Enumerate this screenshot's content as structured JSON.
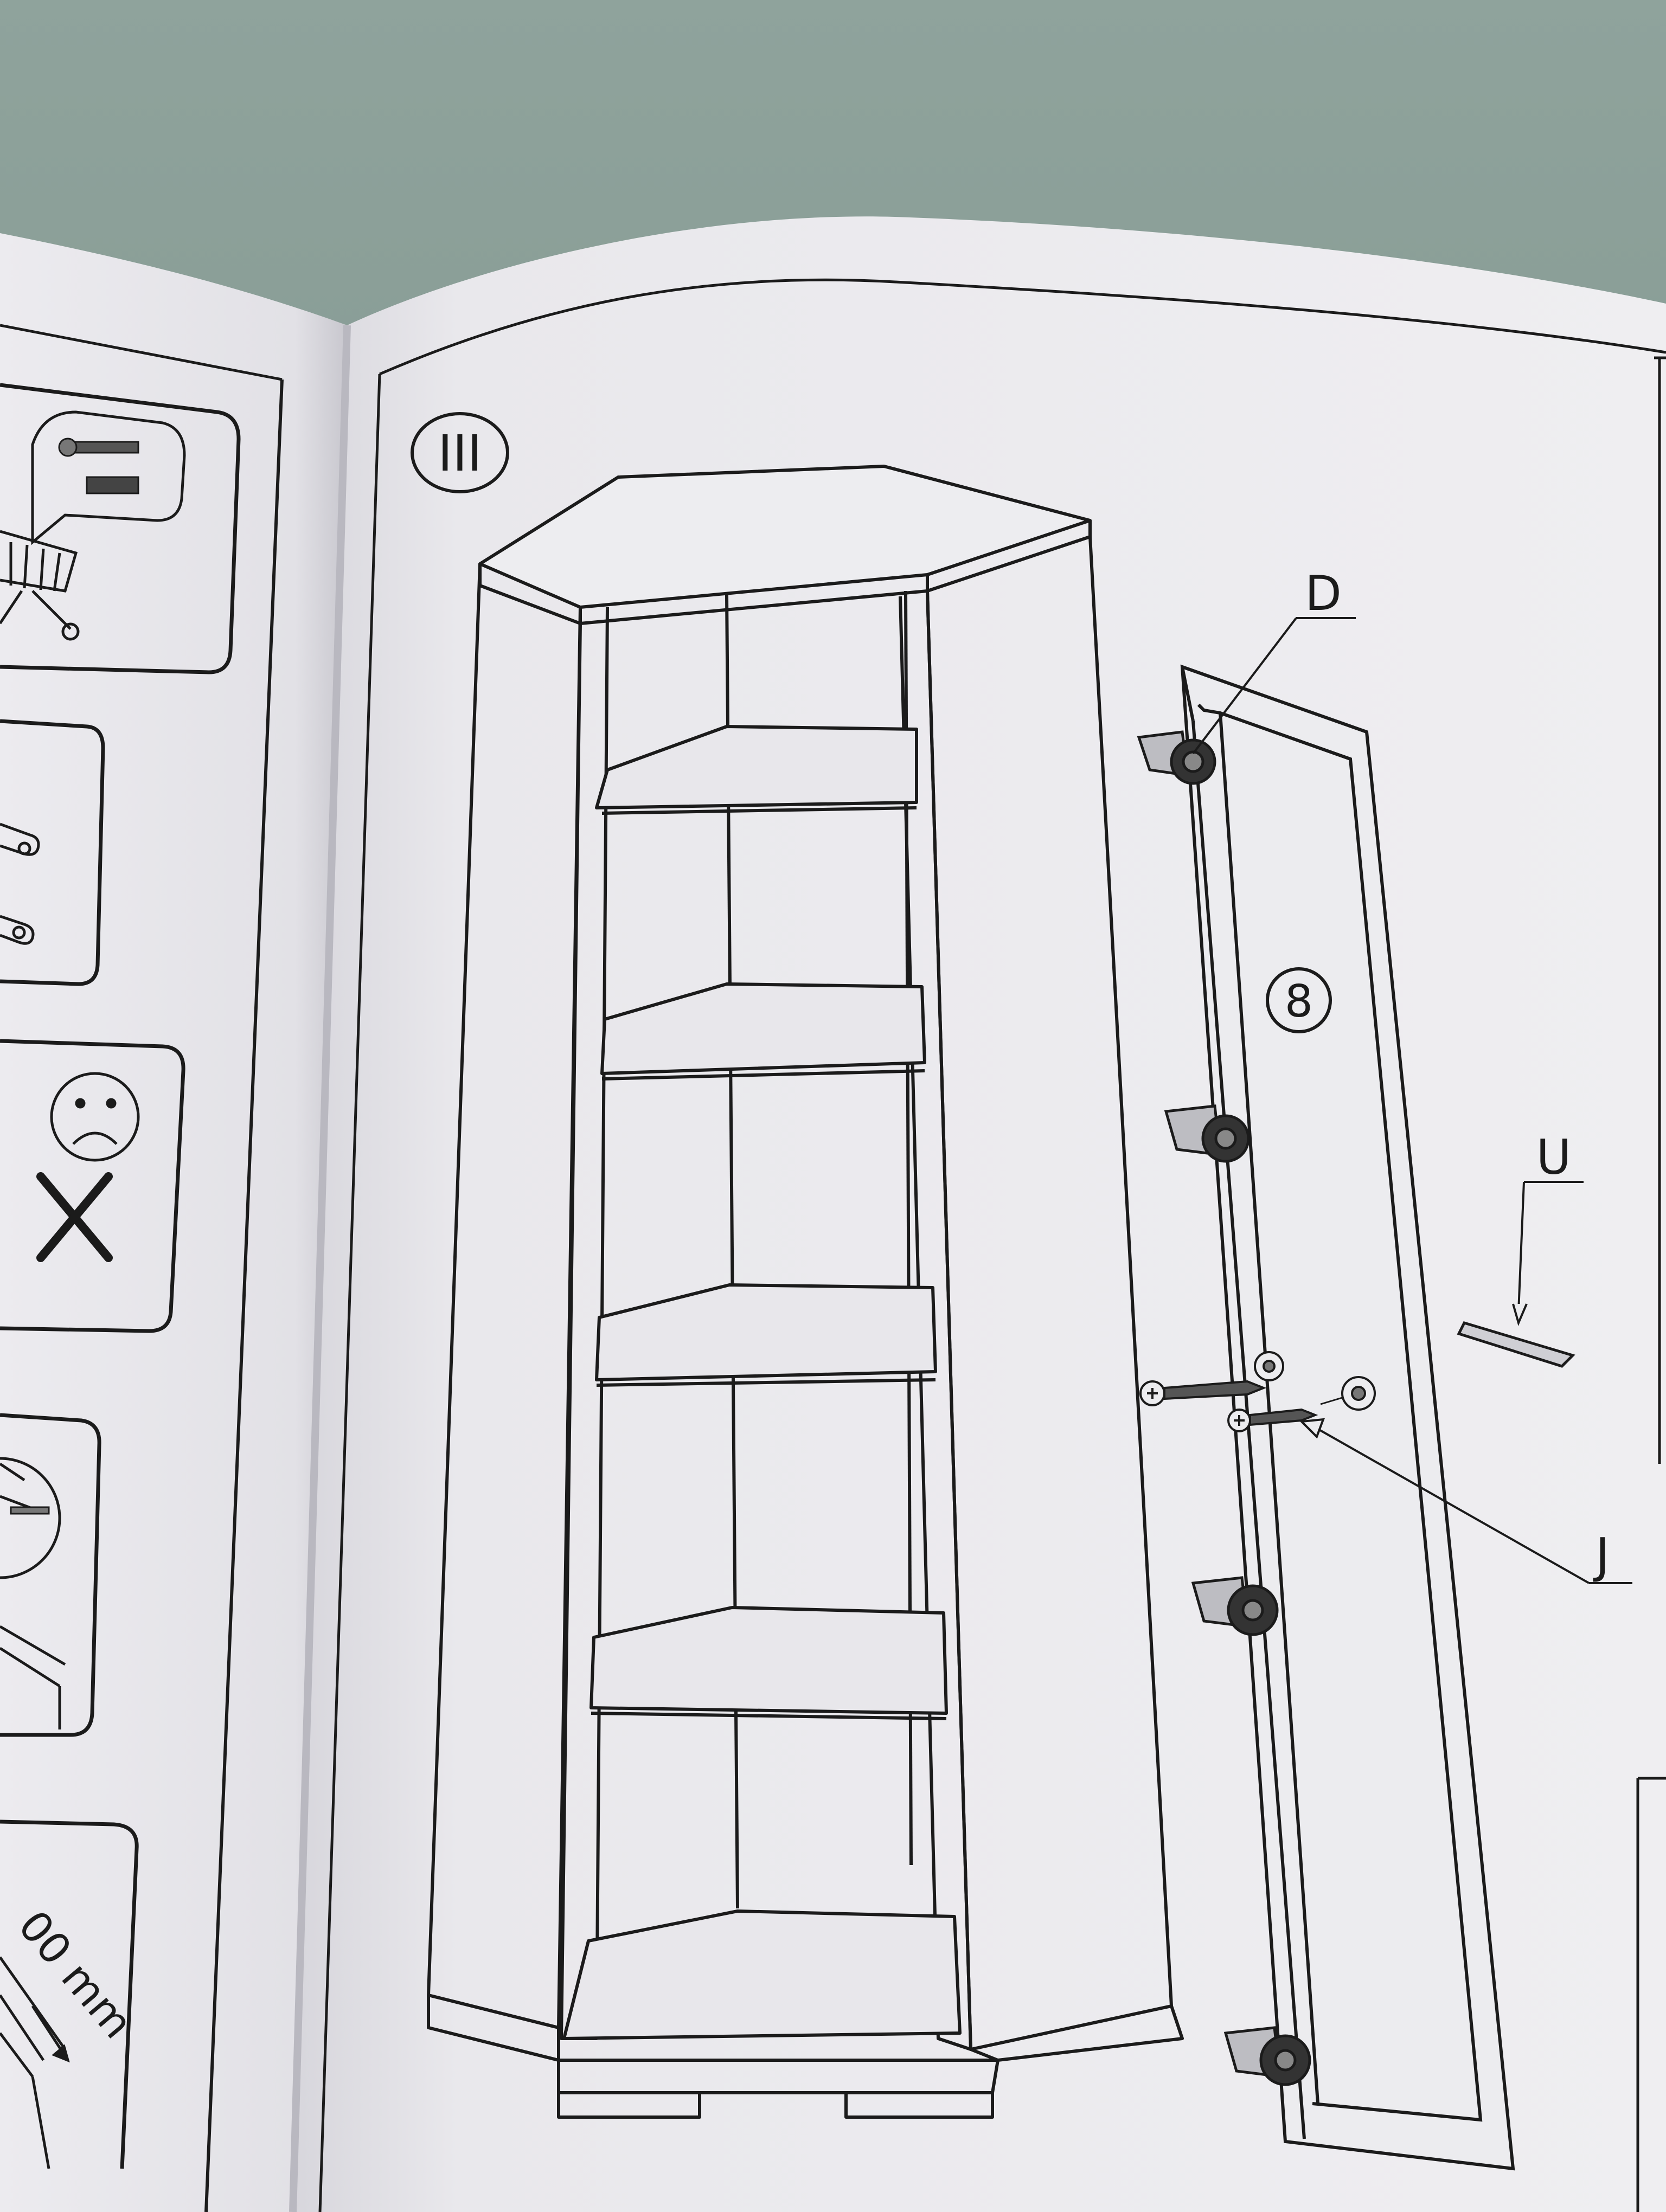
{
  "document": {
    "step_numeral": "III",
    "panel_number": "8",
    "labels": {
      "hinge_callout": "D",
      "screw_callout": "J",
      "handle_callout": "U"
    },
    "left_page": {
      "measure_text": "00 mm"
    }
  },
  "colors": {
    "paper": "#ecebee",
    "paper_shadow": "#cfced4",
    "carpet": "#7d918a",
    "ink": "#1b1b1b"
  },
  "icons": [
    "screw-icon",
    "hinge-icon",
    "sad-face-icon",
    "cross-icon",
    "handle-icon",
    "arrow-icon"
  ]
}
